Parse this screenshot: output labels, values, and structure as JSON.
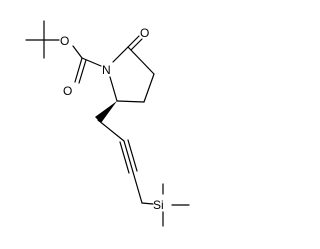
{
  "molecule": {
    "atoms": {
      "carbonyl_oxygen": "O",
      "ring_ketone_oxygen": "O",
      "ester_oxygen": "O",
      "ring_nitrogen": "N",
      "silicon": "Si"
    },
    "colors": {
      "bond": "#000000",
      "label": "#000000",
      "background": "#ffffff"
    }
  }
}
